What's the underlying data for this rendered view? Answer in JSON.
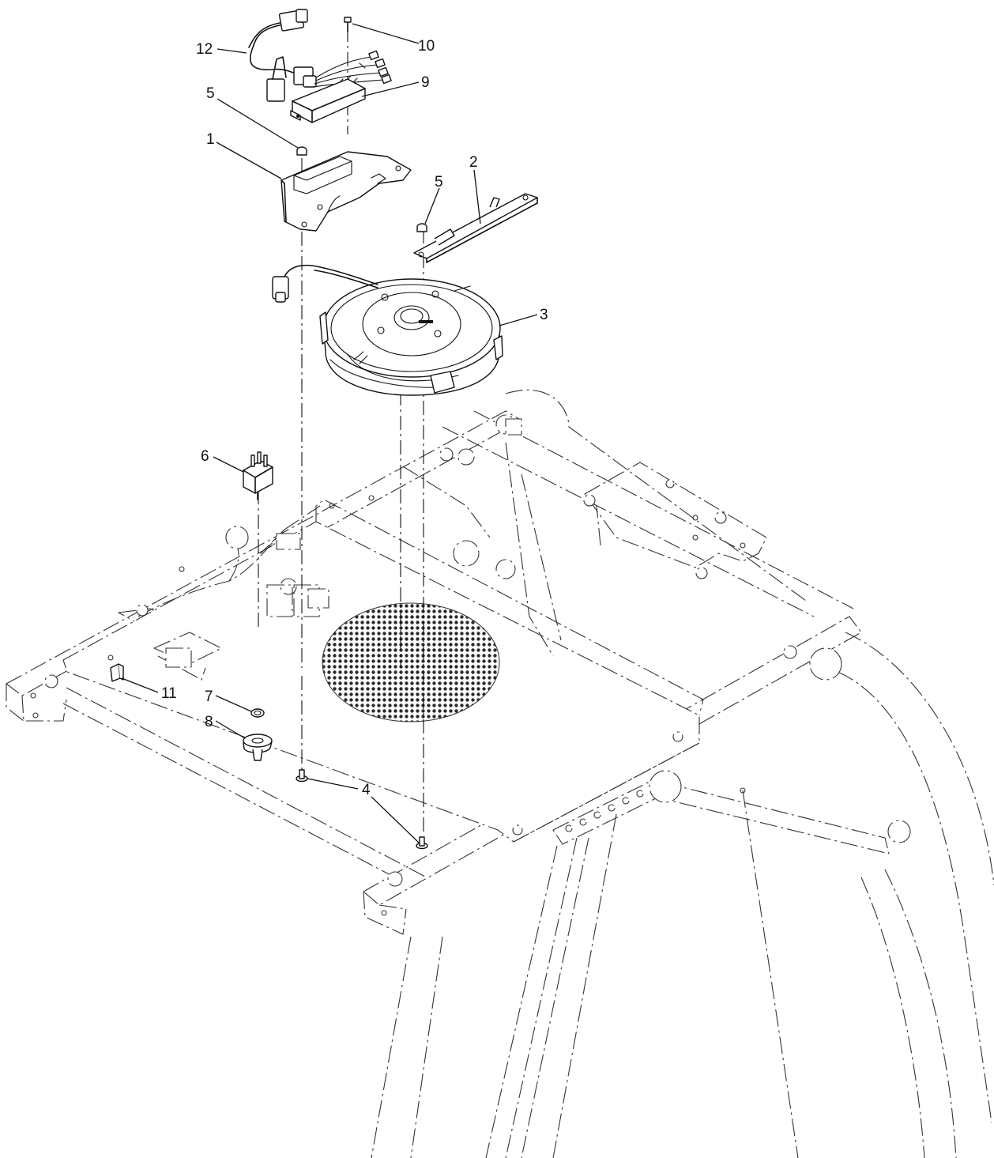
{
  "callouts": [
    {
      "id": "12",
      "label": "12"
    },
    {
      "id": "10",
      "label": "10"
    },
    {
      "id": "9",
      "label": "9"
    },
    {
      "id": "5a",
      "label": "5"
    },
    {
      "id": "1",
      "label": "1"
    },
    {
      "id": "2",
      "label": "2"
    },
    {
      "id": "5b",
      "label": "5"
    },
    {
      "id": "3",
      "label": "3"
    },
    {
      "id": "6",
      "label": "6"
    },
    {
      "id": "11",
      "label": "11"
    },
    {
      "id": "7",
      "label": "7"
    },
    {
      "id": "8",
      "label": "8"
    },
    {
      "id": "4",
      "label": "4"
    }
  ]
}
